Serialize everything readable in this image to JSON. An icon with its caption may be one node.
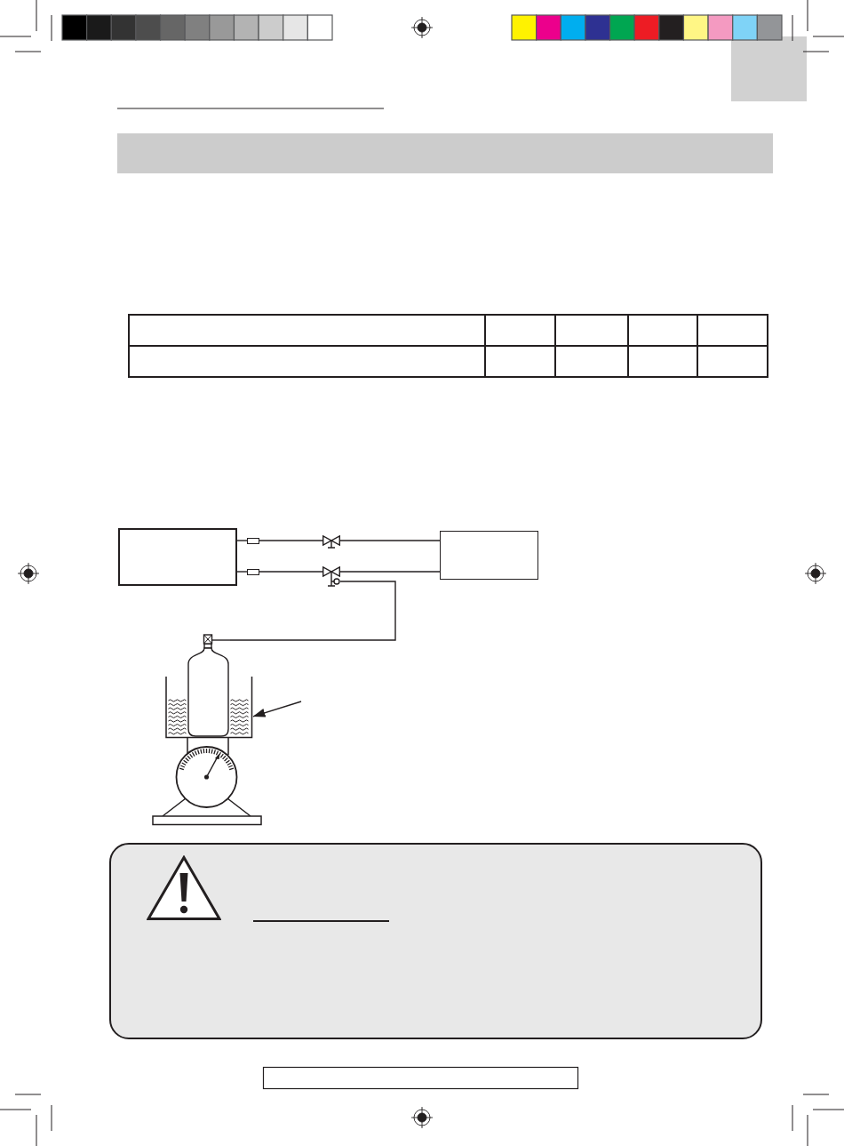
{
  "diagram": {
    "nodes": [
      {
        "text": [],
        "shape": "box"
      },
      {
        "text": [],
        "shape": "box"
      },
      {
        "text": [],
        "shape": "valve"
      },
      {
        "text": [],
        "shape": "box"
      },
      {
        "text": [],
        "shape": "box"
      },
      {
        "text": [],
        "shape": "valve"
      },
      {
        "text": [],
        "shape": "cylinder"
      },
      {
        "text": [],
        "shape": "picture"
      },
      {
        "text": [],
        "shape": "picture"
      }
    ],
    "edges": [
      {
        "from": 0,
        "to": 1,
        "arrow": "none"
      },
      {
        "from": 1,
        "to": 2,
        "arrow": "none"
      },
      {
        "from": 2,
        "to": 3,
        "arrow": "none"
      },
      {
        "from": 0,
        "to": 4,
        "arrow": "none"
      },
      {
        "from": 4,
        "to": 5,
        "arrow": "none"
      },
      {
        "from": 5,
        "to": 3,
        "arrow": "none"
      },
      {
        "from": 5,
        "to": 6,
        "arrow": "none"
      },
      {
        "from": null,
        "to": 7,
        "arrow": "to"
      }
    ]
  }
}
